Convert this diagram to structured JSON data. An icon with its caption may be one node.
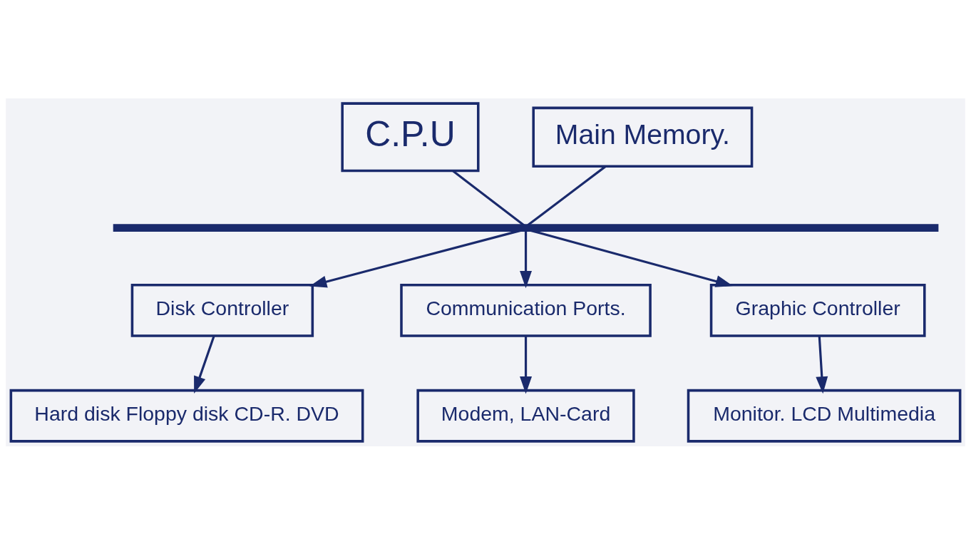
{
  "diagram": {
    "nodes": [
      {
        "text": [
          "C.P.U"
        ]
      },
      {
        "text": [
          "Main Memory."
        ]
      },
      {
        "text": [],
        "shape": "bar"
      },
      {
        "text": [
          "Disk Controller"
        ]
      },
      {
        "text": [
          "Communication Ports."
        ]
      },
      {
        "text": [
          "Graphic Controller"
        ]
      },
      {
        "text": [
          "Hard disk Floppy disk CD-R. DVD"
        ]
      },
      {
        "text": [
          "Modem, LAN-Card"
        ]
      },
      {
        "text": [
          "Monitor. LCD Multimedia"
        ]
      }
    ],
    "edges": [
      {
        "from": 0,
        "to": 2,
        "arrow": "none"
      },
      {
        "from": 1,
        "to": 2,
        "arrow": "none"
      },
      {
        "from": 2,
        "to": 3,
        "arrow": "to"
      },
      {
        "from": 2,
        "to": 4,
        "arrow": "to"
      },
      {
        "from": 2,
        "to": 5,
        "arrow": "to"
      },
      {
        "from": 3,
        "to": 6,
        "arrow": "to"
      },
      {
        "from": 4,
        "to": 7,
        "arrow": "to"
      },
      {
        "from": 5,
        "to": 8,
        "arrow": "to"
      }
    ]
  }
}
